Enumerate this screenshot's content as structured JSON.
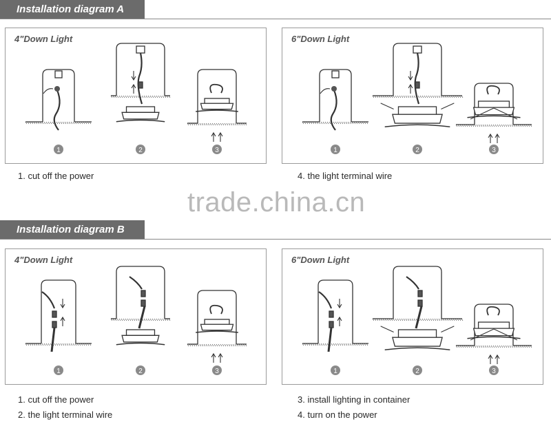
{
  "section_a": {
    "title": "Installation diagram A"
  },
  "section_b": {
    "title": "Installation diagram B"
  },
  "panels": {
    "a_left": {
      "title": "4\"Down Light"
    },
    "a_right": {
      "title": "6\"Down Light"
    },
    "b_left": {
      "title": "4\"Down Light"
    },
    "b_right": {
      "title": "6\"Down Light"
    }
  },
  "step_numbers": [
    "1",
    "2",
    "3"
  ],
  "steps_a": {
    "left": [
      "1. cut off the power"
    ],
    "right": [
      "4. the light terminal wire"
    ]
  },
  "steps_b": {
    "left": [
      "1. cut off the power",
      "2. the light terminal wire"
    ],
    "right": [
      "3. install lighting in container",
      "4. turn on the power"
    ]
  },
  "watermark": "trade.china.cn",
  "colors": {
    "header_bg": "#6b6b6b",
    "badge": "#8a8a8a",
    "line": "#333333"
  }
}
